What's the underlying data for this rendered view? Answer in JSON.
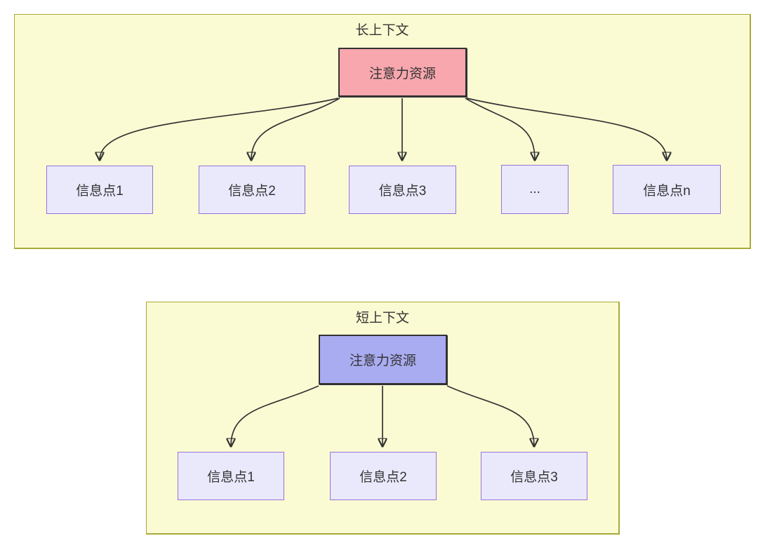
{
  "diagram": {
    "panels": [
      {
        "title": "长上下文",
        "root": {
          "label": "注意力资源",
          "fill": "#f8a7ae"
        },
        "children": [
          {
            "label": "信息点1"
          },
          {
            "label": "信息点2"
          },
          {
            "label": "信息点3"
          },
          {
            "label": "..."
          },
          {
            "label": "信息点n"
          }
        ]
      },
      {
        "title": "短上下文",
        "root": {
          "label": "注意力资源",
          "fill": "#a9acf0"
        },
        "children": [
          {
            "label": "信息点1"
          },
          {
            "label": "信息点2"
          },
          {
            "label": "信息点3"
          }
        ]
      }
    ],
    "colors": {
      "panel_fill": "#fbfbd3",
      "panel_border": "#a9a93a",
      "root_border": "#333333",
      "child_fill": "#eae9fc",
      "child_border": "#9673d9",
      "arrow": "#333333",
      "text": "#333333"
    }
  }
}
